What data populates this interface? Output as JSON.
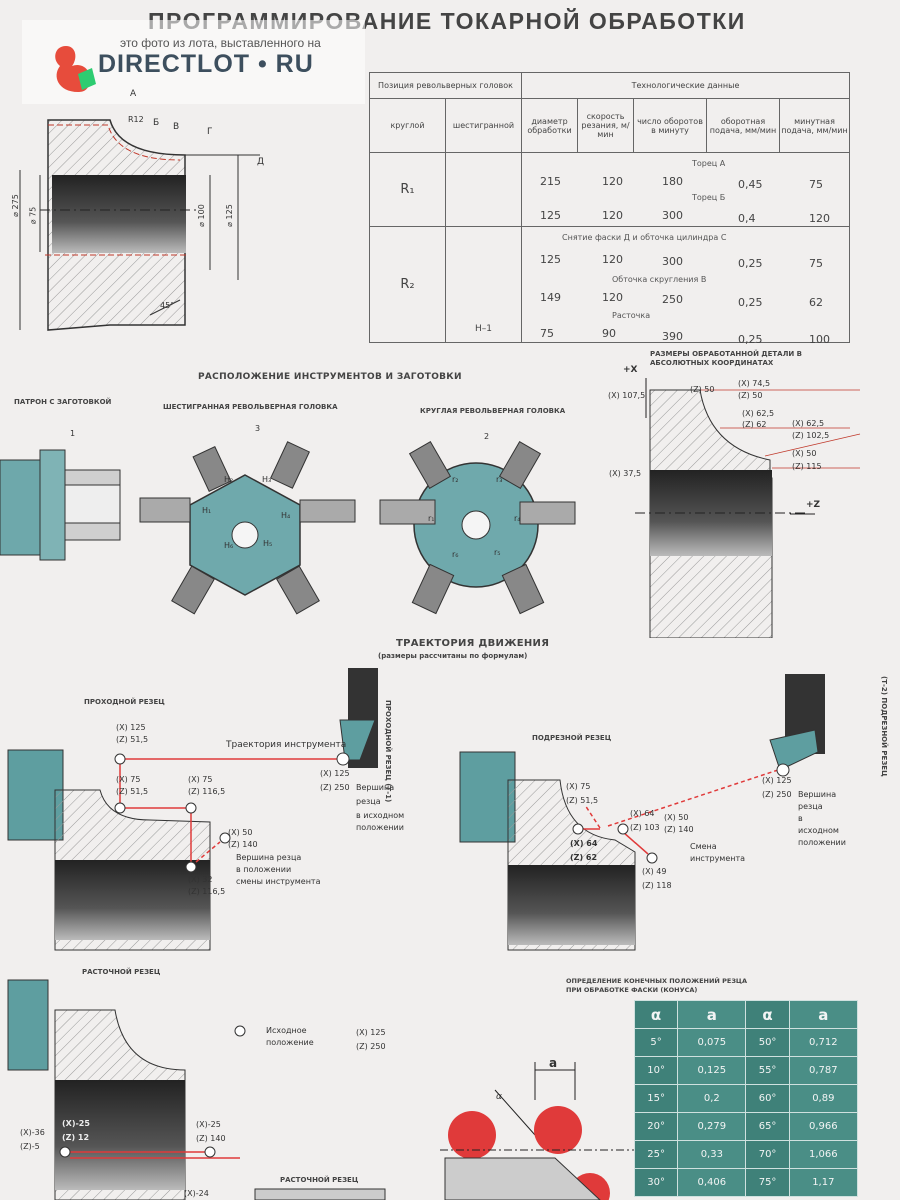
{
  "title": "ПРОГРАММИРОВАНИЕ ТОКАРНОЙ ОБРАБОТКИ",
  "watermark": {
    "sub": "это фото из лота, выставленного на",
    "brand": "DIRECTLOT • RU"
  },
  "part_drawing": {
    "points": [
      "А",
      "Б",
      "В",
      "Г",
      "Д"
    ],
    "r_label": "R12",
    "dims": [
      "⌀ 275",
      "⌀ 75",
      "⌀ 100",
      "⌀ 125"
    ],
    "angle": "45°"
  },
  "tech_table": {
    "head_group1": "Позиция револьверных головок",
    "head_group2": "Технологические данные",
    "cols": [
      "круглой",
      "шестигранной",
      "диаметр обработки",
      "скорость резания, м/мин",
      "число оборотов в минуту",
      "оборотная подача, мм/мин",
      "минутная подача, мм/мин"
    ],
    "r1": "R₁",
    "r2": "R₂",
    "h1": "Н–1",
    "op_a": "Торец А",
    "op_b": "Торец Б",
    "op_c": "Снятие фаски Д и обточка цилиндра С",
    "op_d": "Обточка скругления В",
    "op_e": "Расточка",
    "rows": [
      [
        "215",
        "120",
        "180",
        "0,45",
        "75"
      ],
      [
        "125",
        "120",
        "300",
        "0,4",
        "120"
      ],
      [
        "125",
        "120",
        "300",
        "0,25",
        "75"
      ],
      [
        "149",
        "120",
        "250",
        "0,25",
        "62"
      ],
      [
        "75",
        "90",
        "390",
        "0,25",
        "100"
      ]
    ]
  },
  "layout_section": {
    "title": "РАСПОЛОЖЕНИЕ ИНСТРУМЕНТОВ И ЗАГОТОВКИ",
    "chuck": "ПАТРОН С ЗАГОТОВКОЙ",
    "hex_head": "ШЕСТИГРАННАЯ РЕВОЛЬВЕРНАЯ ГОЛОВКА",
    "round_head": "КРУГЛАЯ РЕВОЛЬВЕРНАЯ ГОЛОВКА",
    "num1": "1",
    "num2": "2",
    "num3": "3",
    "hex_labels": [
      "H₁",
      "H₂",
      "H₃",
      "H₄",
      "H₅",
      "H₆"
    ],
    "round_labels": [
      "r₁",
      "r₂",
      "r₃",
      "r₄",
      "r₅",
      "r₆"
    ]
  },
  "abs_coords": {
    "title": "РАЗМЕРЫ ОБРАБОТАННОЙ ДЕТАЛИ В АБСОЛЮТНЫХ КООРДИНАТАХ",
    "x_axis": "+X",
    "z_axis": "+Z",
    "x1075": "(X) 107,5",
    "z50": "(Z) 50",
    "x745": "(X) 74,5",
    "z50b": "(Z) 50",
    "x625": "(X) 62,5",
    "z62": "(Z) 62",
    "x625b": "(X) 62,5",
    "z1025": "(Z) 102,5",
    "x50": "(X) 50",
    "z115": "(Z) 115",
    "x375": "(X) 37,5"
  },
  "trajectory": {
    "title": "ТРАЕКТОРИЯ ДВИЖЕНИЯ",
    "subtitle": "(размеры рассчитаны по формулам)",
    "pass_tool": "ПРОХОДНОЙ РЕЗЕЦ",
    "traj_label": "Траектория инструмента",
    "p1": [
      "(X) 125",
      "(Z) 51,5"
    ],
    "p2": [
      "(X) 75",
      "(Z) 51,5"
    ],
    "p3": [
      "(X) 75",
      "(Z) 116,5"
    ],
    "p4": [
      "(X) 32",
      "(Z) 116,5"
    ],
    "ph": [
      "(X) 50",
      "(Z) 140"
    ],
    "ph_text": [
      "Вершина резца",
      "в положении",
      "смены инструмента"
    ],
    "start": [
      "(X) 125",
      "(Z) 250"
    ],
    "start_text": [
      "Вершина",
      "резца",
      "в исходном",
      "положении"
    ],
    "vertical1": "ПРОХОДНОЙ РЕЗЕЦ (Т-1)",
    "face_tool": "ПОДРЕЗНОЙ РЕЗЕЦ",
    "f_p2": [
      "(X) 75",
      "(Z) 51,5"
    ],
    "f_p3": [
      "(X) 64",
      "(Z) 103"
    ],
    "f_b": [
      "(X) 50",
      "(Z) 140"
    ],
    "f_p4": [
      "(X) 64",
      "(Z) 62"
    ],
    "f_p1": [
      "(X) 49",
      "(Z) 118"
    ],
    "f_change": [
      "Смена",
      "инструмента"
    ],
    "f_start": [
      "(X) 125",
      "(Z) 250"
    ],
    "f_start_text": [
      "Вершина",
      "резца",
      "в",
      "исходном",
      "положении"
    ],
    "vertical2": "(Т-2) ПОДРЕЗНОЙ РЕЗЕЦ"
  },
  "bore_section": {
    "title": "РАСТОЧНОЙ РЕЗЕЦ",
    "legend_text": [
      "Исходное",
      "положение"
    ],
    "legend_coords": [
      "(X) 125",
      "(Z) 250"
    ],
    "b_left": [
      "(X)-36",
      "(Z)-5"
    ],
    "b_mid": [
      "(X)-25",
      "(Z) 12"
    ],
    "b_right": [
      "(X)-25",
      "(Z) 140"
    ],
    "b_bottom": "(X)-24",
    "bottom_tool": "РАСТОЧНОЙ РЕЗЕЦ"
  },
  "chamfer_table": {
    "title_lines": [
      "ОПРЕДЕЛЕНИЕ КОНЕЧНЫХ ПОЛОЖЕНИЙ РЕЗЦА",
      "ПРИ ОБРАБОТКЕ ФАСКИ (КОНУСА)"
    ],
    "head": [
      "α",
      "a",
      "α",
      "a"
    ],
    "rows": [
      [
        "5°",
        "0,075",
        "50°",
        "0,712"
      ],
      [
        "10°",
        "0,125",
        "55°",
        "0,787"
      ],
      [
        "15°",
        "0,2",
        "60°",
        "0,89"
      ],
      [
        "20°",
        "0,279",
        "65°",
        "0,966"
      ],
      [
        "25°",
        "0,33",
        "70°",
        "1,066"
      ],
      [
        "30°",
        "0,406",
        "75°",
        "1,17"
      ]
    ],
    "alpha": "α",
    "a": "a"
  },
  "colors": {
    "teal": "#5e9ea0",
    "red": "#e03a3a",
    "dark": "#2f3236"
  }
}
